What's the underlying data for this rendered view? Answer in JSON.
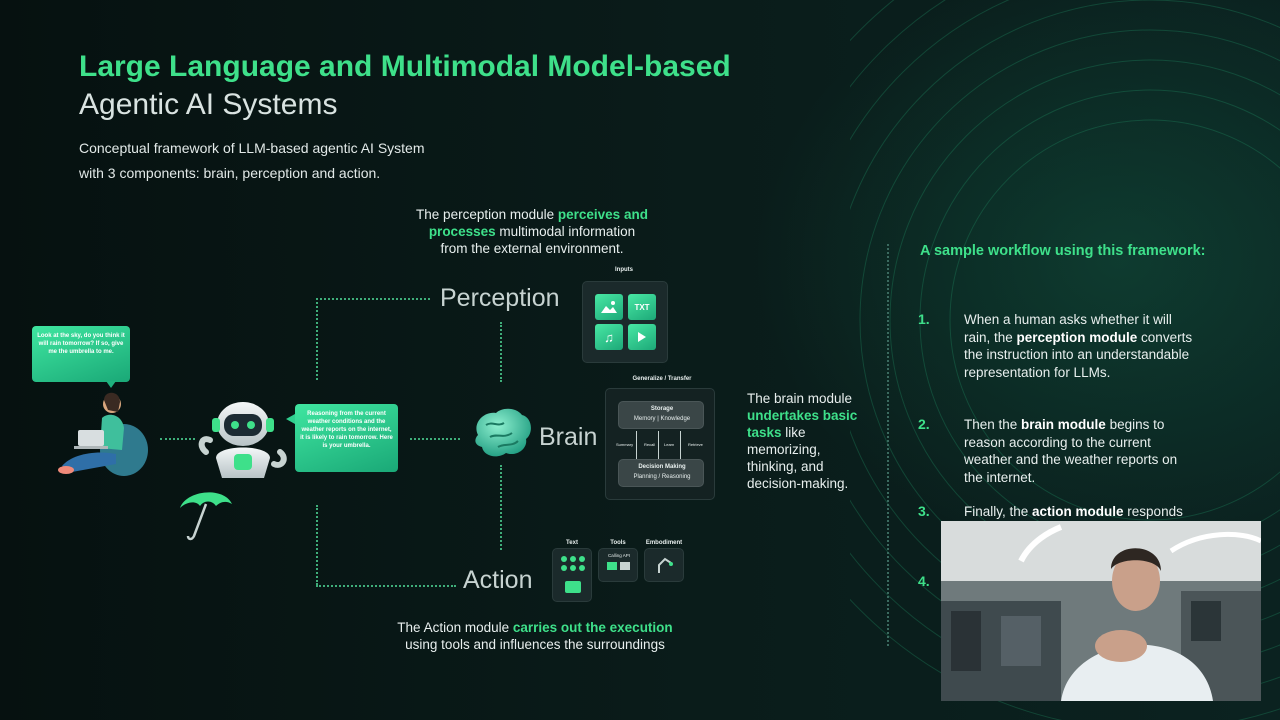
{
  "slide": {
    "title_line1": "Large Language and Multimodal Model-based",
    "title_line2": "Agentic AI Systems",
    "subtitle_line1": "Conceptual framework of LLM-based agentic AI System",
    "subtitle_line2": "with 3 components: brain, perception and action."
  },
  "perception": {
    "caption_pre": "The perception module ",
    "caption_hl1": "perceives and",
    "caption_hl2": "processes",
    "caption_post1": " multimodal information",
    "caption_post2": "from the external environment.",
    "label": "Perception",
    "inputs_label": "Inputs",
    "txt_tile": "TXT"
  },
  "brain": {
    "label": "Brain",
    "panel_title": "Generalize / Transfer",
    "storage_title": "Storage",
    "memory": "Memory",
    "knowledge": "Knowledge",
    "summary": "Summary",
    "recall": "Recall",
    "learn": "Learn",
    "retrieve": "Retrieve",
    "decision_title": "Decision Making",
    "planning": "Planning / Reasoning",
    "caption_pre": "The brain module",
    "caption_hl1": "undertakes basic",
    "caption_hl2": "tasks",
    "caption_post1": " like",
    "caption_line4": "memorizing,",
    "caption_line5": "thinking, and",
    "caption_line6": "decision-making."
  },
  "action": {
    "label": "Action",
    "text_label": "Text",
    "tools_label": "Tools",
    "embodiment_label": "Embodiment",
    "calling_api": "Calling API",
    "caption_pre": "The Action module ",
    "caption_hl": "carries out the execution",
    "caption_line2": "using tools and influences the surroundings"
  },
  "bubbles": {
    "human": "Look at the sky, do you think it will rain tomorrow? If so, give me the umbrella to me.",
    "agent": "Reasoning from the current weather conditions and the weather reports on the internet, it is likely to rain tomorrow. Here is your umbrella."
  },
  "workflow": {
    "title": "A sample workflow using this framework:",
    "steps": [
      {
        "num": "1.",
        "pre": "When a human asks whether it will rain, the ",
        "bold": "perception module",
        "post": " converts the instruction into an understandable representation for LLMs."
      },
      {
        "num": "2.",
        "pre": "Then the ",
        "bold": "brain module",
        "post": " begins to reason according to the current weather and the weather reports on the internet."
      },
      {
        "num": "3.",
        "pre": "Finally, the ",
        "bold": "action module",
        "post": " responds"
      },
      {
        "num": "4.",
        "pre": "",
        "bold": "",
        "post": ""
      }
    ]
  },
  "colors": {
    "accent": "#3ee08a",
    "background": "#071413"
  }
}
